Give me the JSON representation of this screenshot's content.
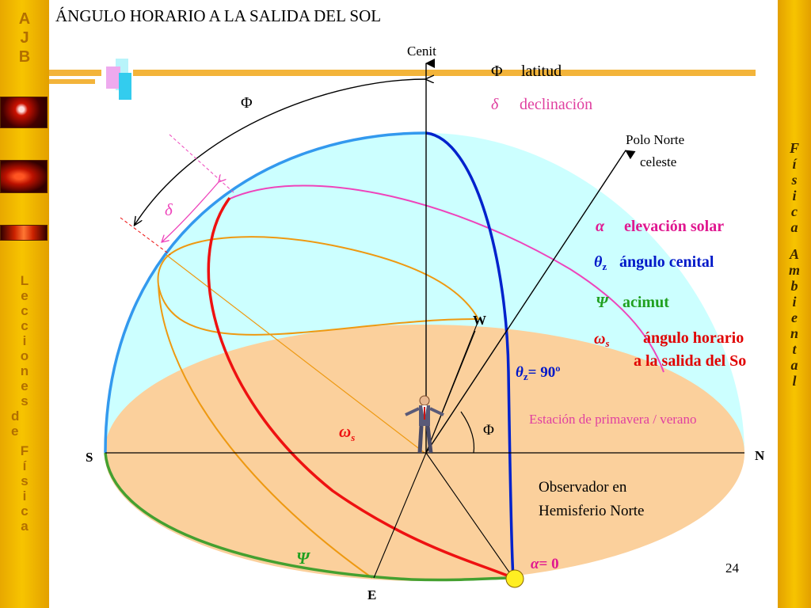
{
  "title": "ÁNGULO HORARIO A LA SALIDA DEL SOL",
  "page_number": "24",
  "sidebar_left": {
    "logo_letters": [
      "A",
      "J",
      "B"
    ],
    "series_letters": [
      "L",
      "e",
      "c",
      "c",
      "i",
      "o",
      "n",
      "e",
      "s",
      "d",
      "e",
      "F",
      "í",
      "s",
      "i",
      "c",
      "a"
    ]
  },
  "sidebar_right": {
    "letters": [
      "F",
      "í",
      "s",
      "i",
      "c",
      "a",
      "",
      "A",
      "m",
      "b",
      "i",
      "e",
      "n",
      "t",
      "a",
      "l"
    ]
  },
  "diagram": {
    "cenit": "Cenit",
    "polo_line1": "Polo Norte",
    "polo_line2": "celeste",
    "phi_arc": "Φ",
    "delta_arc": "δ",
    "phi_angle": "Φ",
    "w": "W",
    "s": "S",
    "n": "N",
    "e": "E",
    "omega_s": "ω",
    "omega_sub": "s",
    "psi": "Ψ",
    "theta_90": "= 90º",
    "theta_sym": "θ",
    "theta_sub": "z",
    "alpha_zero": "= 0",
    "alpha_sym": "α",
    "season": "Estación de primavera / verano",
    "observer_line1": "Observador en",
    "observer_line2": "Hemisferio Norte"
  },
  "legend": [
    {
      "symbol": "Φ",
      "sub": "",
      "label": "latitud",
      "color": "#000000"
    },
    {
      "symbol": "δ",
      "sub": "",
      "label": "declinación",
      "color": "#e040a0"
    },
    {
      "symbol": "α",
      "sub": "",
      "label": "elevación solar",
      "color": "#e01890"
    },
    {
      "symbol": "θ",
      "sub": "z",
      "label": "ángulo cenital",
      "color": "#0018c8"
    },
    {
      "symbol": "Ψ",
      "sub": "",
      "label": "acimut",
      "color": "#20a020"
    },
    {
      "symbol": "ω",
      "sub": "s",
      "label": "ángulo horario",
      "label2": "a la salida del So",
      "color": "#e00000"
    }
  ],
  "colors": {
    "sky": "#ccffff",
    "ground": "#fbd09c",
    "horizon_arc": "#3399ee",
    "meridian": "#0022cc",
    "sun_path_red": "#ee1111",
    "sun_path_orange": "#ee9911",
    "sun_path_magenta": "#ee44bb",
    "ground_green": "#44a030",
    "sun": "#ffee22",
    "gold_bar": "#f3b43a"
  }
}
